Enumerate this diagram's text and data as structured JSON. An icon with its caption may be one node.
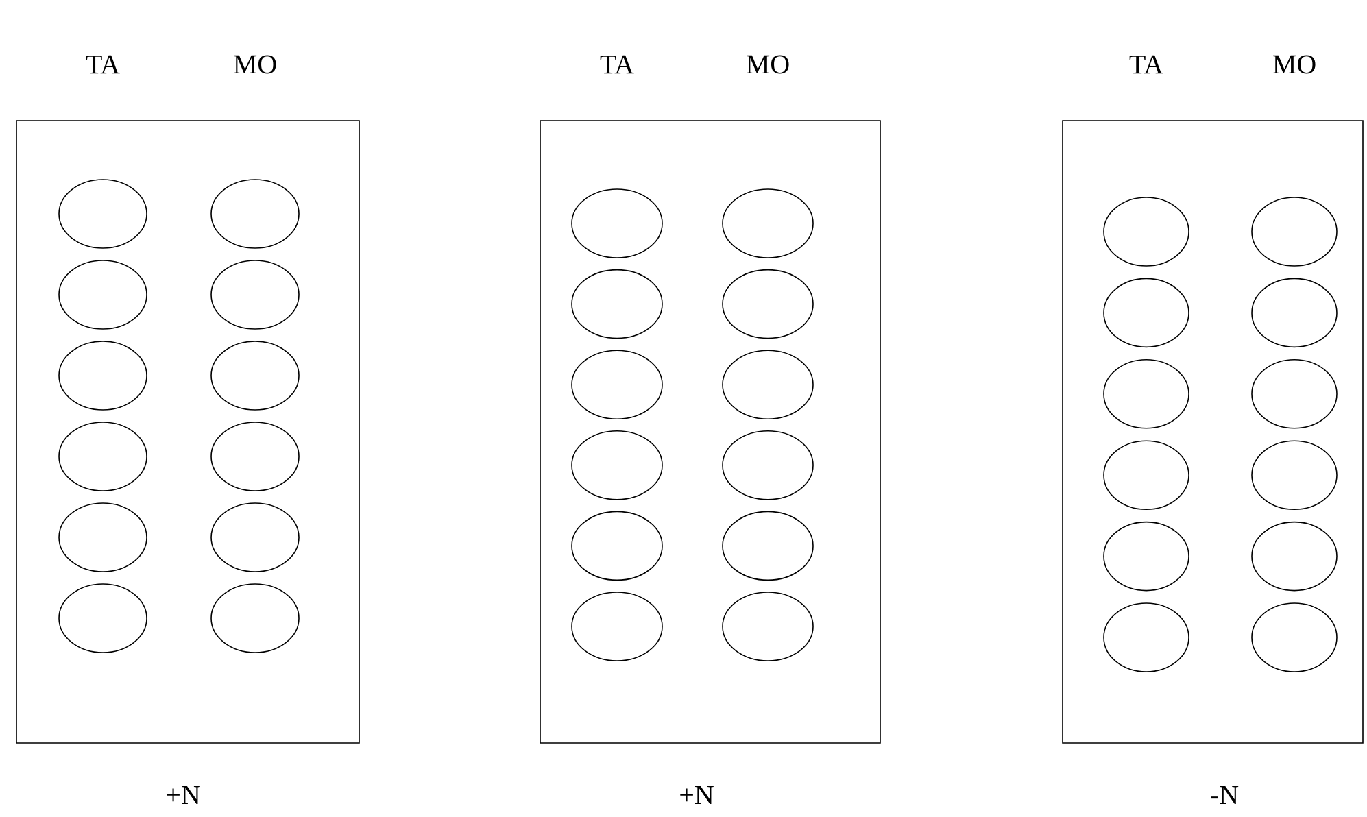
{
  "diagram": {
    "nodes": [
      {
        "text": [
          "TA",
          "MO"
        ],
        "beside": [
          "+N"
        ]
      },
      {
        "text": [],
        "shape": "ellipse",
        "in": 0
      },
      {
        "text": [],
        "shape": "ellipse",
        "in": 0
      },
      {
        "text": [],
        "shape": "ellipse",
        "in": 0
      },
      {
        "text": [],
        "shape": "ellipse",
        "in": 0
      },
      {
        "text": [],
        "shape": "ellipse",
        "in": 0
      },
      {
        "text": [],
        "shape": "ellipse",
        "in": 0
      },
      {
        "text": [],
        "shape": "ellipse",
        "in": 0
      },
      {
        "text": [],
        "shape": "ellipse",
        "in": 0
      },
      {
        "text": [],
        "shape": "ellipse",
        "in": 0
      },
      {
        "text": [],
        "shape": "ellipse",
        "in": 0
      },
      {
        "text": [],
        "shape": "ellipse",
        "in": 0
      },
      {
        "text": [],
        "shape": "ellipse",
        "in": 0
      },
      {
        "text": [
          "TA",
          "MO"
        ],
        "beside": [
          "+N"
        ]
      },
      {
        "text": [],
        "shape": "ellipse",
        "in": 13
      },
      {
        "text": [],
        "shape": "ellipse",
        "in": 13
      },
      {
        "text": [],
        "shape": "ellipse",
        "in": 13
      },
      {
        "text": [],
        "shape": "ellipse",
        "in": 13
      },
      {
        "text": [],
        "shape": "ellipse",
        "in": 13
      },
      {
        "text": [],
        "shape": "ellipse",
        "in": 13
      },
      {
        "text": [],
        "shape": "ellipse",
        "in": 13
      },
      {
        "text": [],
        "shape": "ellipse",
        "in": 13
      },
      {
        "text": [],
        "shape": "ellipse",
        "in": 13
      },
      {
        "text": [],
        "shape": "ellipse",
        "in": 13
      },
      {
        "text": [],
        "shape": "ellipse",
        "in": 13
      },
      {
        "text": [],
        "shape": "ellipse",
        "in": 13
      },
      {
        "text": [
          "TA",
          "MO"
        ],
        "beside": [
          "-N"
        ]
      },
      {
        "text": [],
        "shape": "ellipse",
        "in": 26
      },
      {
        "text": [],
        "shape": "ellipse",
        "in": 26
      },
      {
        "text": [],
        "shape": "ellipse",
        "in": 26
      },
      {
        "text": [],
        "shape": "ellipse",
        "in": 26
      },
      {
        "text": [],
        "shape": "ellipse",
        "in": 26
      },
      {
        "text": [],
        "shape": "ellipse",
        "in": 26
      },
      {
        "text": [],
        "shape": "ellipse",
        "in": 26
      },
      {
        "text": [],
        "shape": "ellipse",
        "in": 26
      },
      {
        "text": [],
        "shape": "ellipse",
        "in": 26
      },
      {
        "text": [],
        "shape": "ellipse",
        "in": 26
      },
      {
        "text": [],
        "shape": "ellipse",
        "in": 26
      },
      {
        "text": [],
        "shape": "ellipse",
        "in": 26
      }
    ]
  }
}
